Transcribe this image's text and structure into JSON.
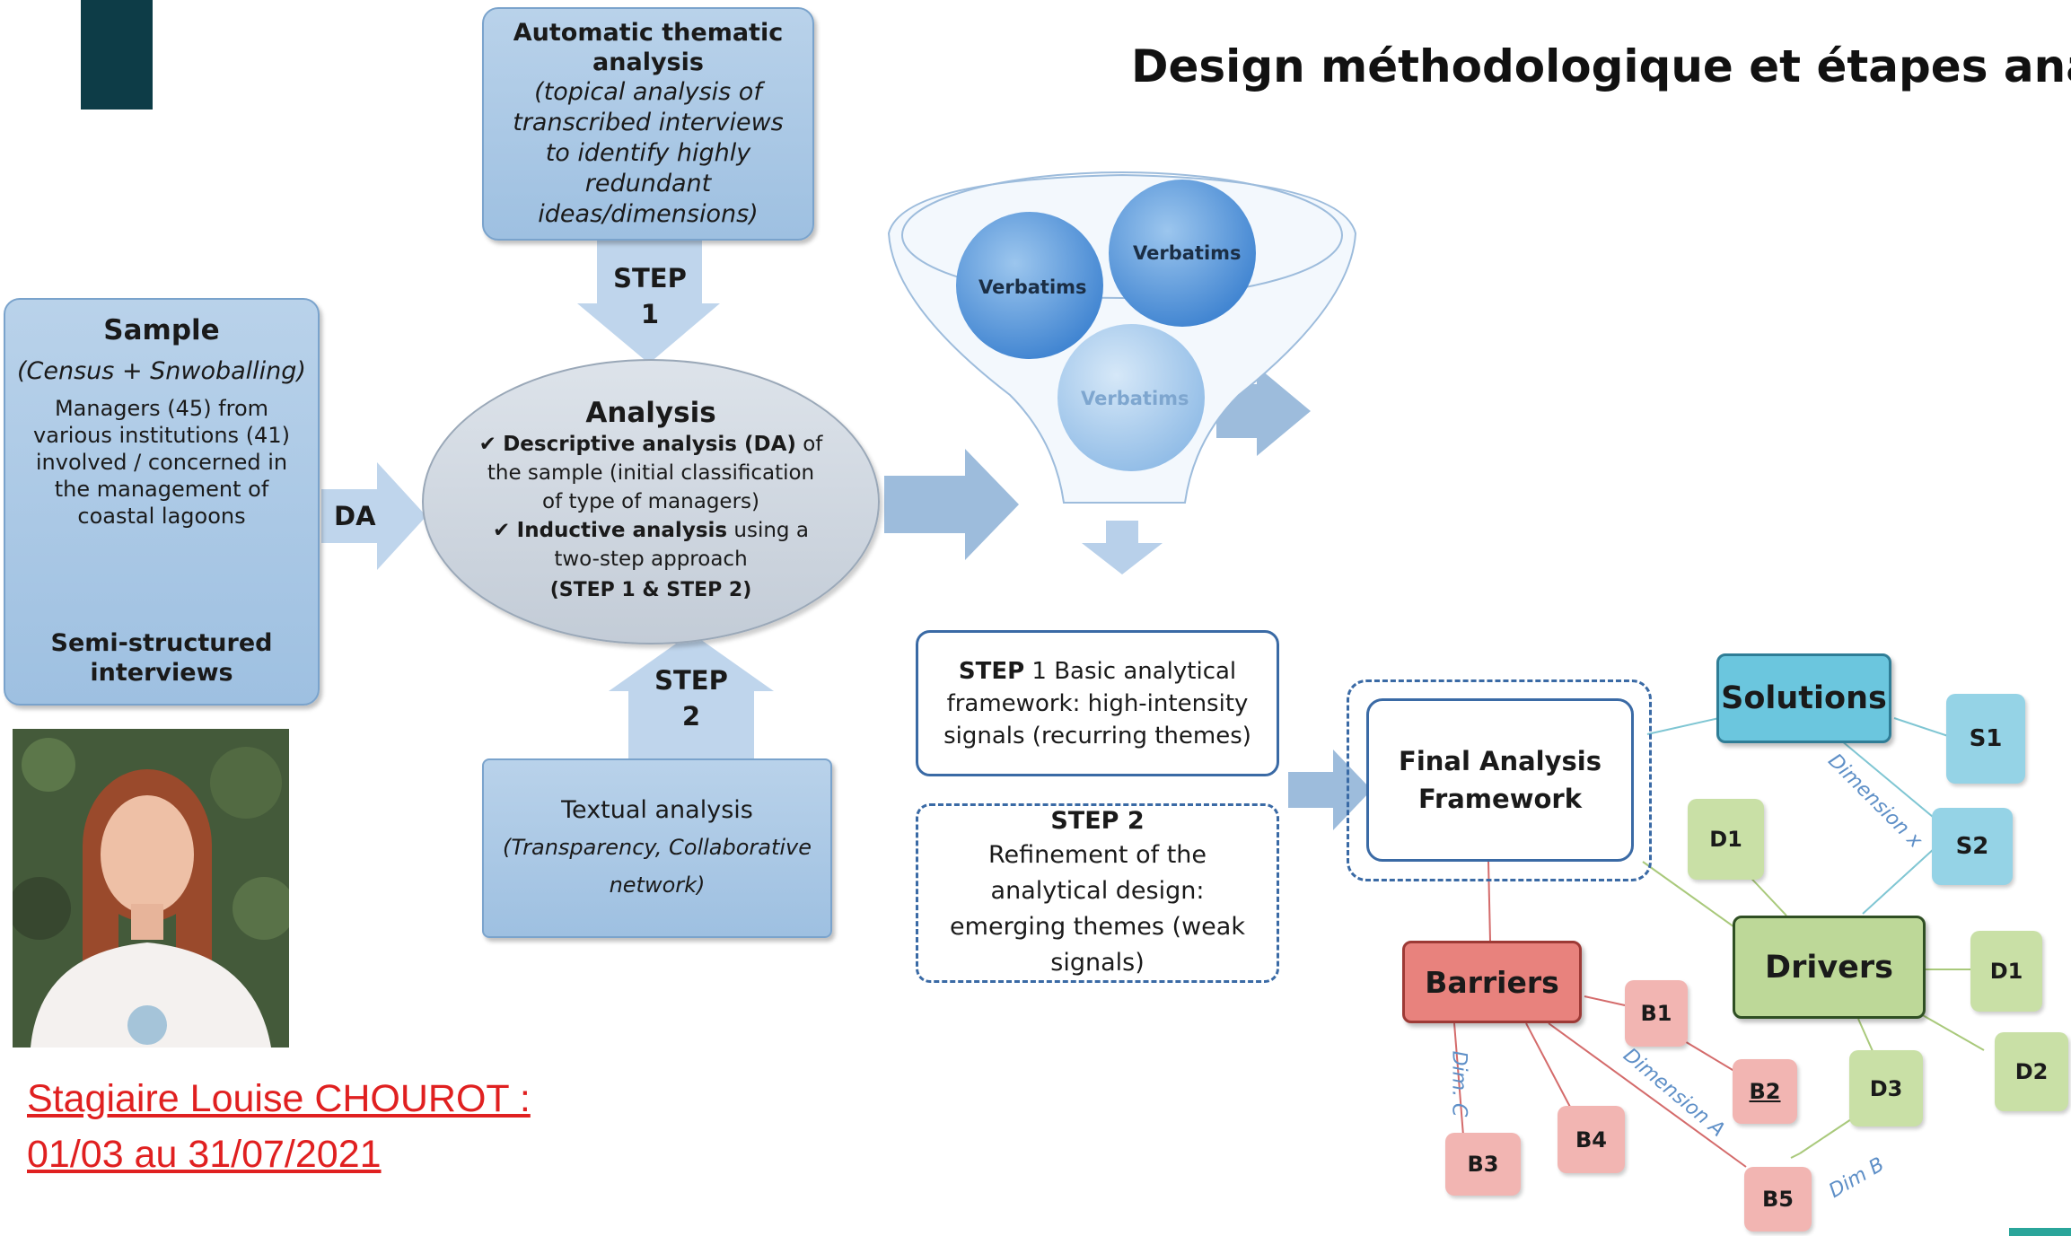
{
  "title": "Design méthodologique et étapes analy",
  "colors": {
    "accent_dark": "#0d3c47",
    "box_blue": "#a9c8e6",
    "arrow_blue": "#9dbcdc",
    "link_red": "#e02020",
    "solutions": "#5ec3dc",
    "drivers": "#b5d38a",
    "barriers": "#e8817d"
  },
  "auto_box": {
    "title": "Automatic thematic analysis",
    "description": "(topical analysis of transcribed interviews to identify highly redundant ideas/dimensions)"
  },
  "step1_arrow": {
    "label": "STEP",
    "number": "1"
  },
  "step2_arrow": {
    "label": "STEP",
    "number": "2"
  },
  "sample_box": {
    "title": "Sample",
    "method": "(Census + Snwoballing)",
    "description": "Managers (45) from various institutions (41) involved / concerned in the management of coastal lagoons",
    "result": "Semi-structured interviews"
  },
  "da_label": "DA",
  "analysis_ellipse": {
    "title": "Analysis",
    "item1_bold": "Descriptive analysis (DA)",
    "item1_rest": "of the sample (initial classification of type of managers)",
    "item2_bold": "Inductive analysis",
    "item2_rest": "using a two-step approach",
    "steps": "(STEP 1 & STEP 2)"
  },
  "textual_box": {
    "title": "Textual analysis",
    "description": "(Transparency, Collaborative network)"
  },
  "funnel": {
    "circle1": "Verbatims",
    "circle2": "Verbatims",
    "circle3": "Verbatims"
  },
  "step1_box": {
    "step": "STEP",
    "number": "1",
    "text": "Basic analytical framework: high-intensity signals (recurring themes)"
  },
  "step2_box": {
    "step": "STEP 2",
    "text": "Refinement of the analytical design: emerging themes (weak signals)"
  },
  "framework": {
    "final": "Final Analysis Framework",
    "solutions": "Solutions",
    "drivers": "Drivers",
    "barriers": "Barriers",
    "s1": "S1",
    "s2": "S2",
    "d1_top": "D1",
    "d1_right": "D1",
    "d2": "D2",
    "d3": "D3",
    "b1": "B1",
    "b2": "B2",
    "b3": "B3",
    "b4": "B4",
    "b5": "B5",
    "dim_x": "Dimension x",
    "dim_a": "Dimension A",
    "dim_b": "Dim B",
    "dim_c": "Dim. C"
  },
  "intern": {
    "line1": "Stagiaire Louise CHOUROT :",
    "line2": "01/03 au 31/07/2021"
  }
}
